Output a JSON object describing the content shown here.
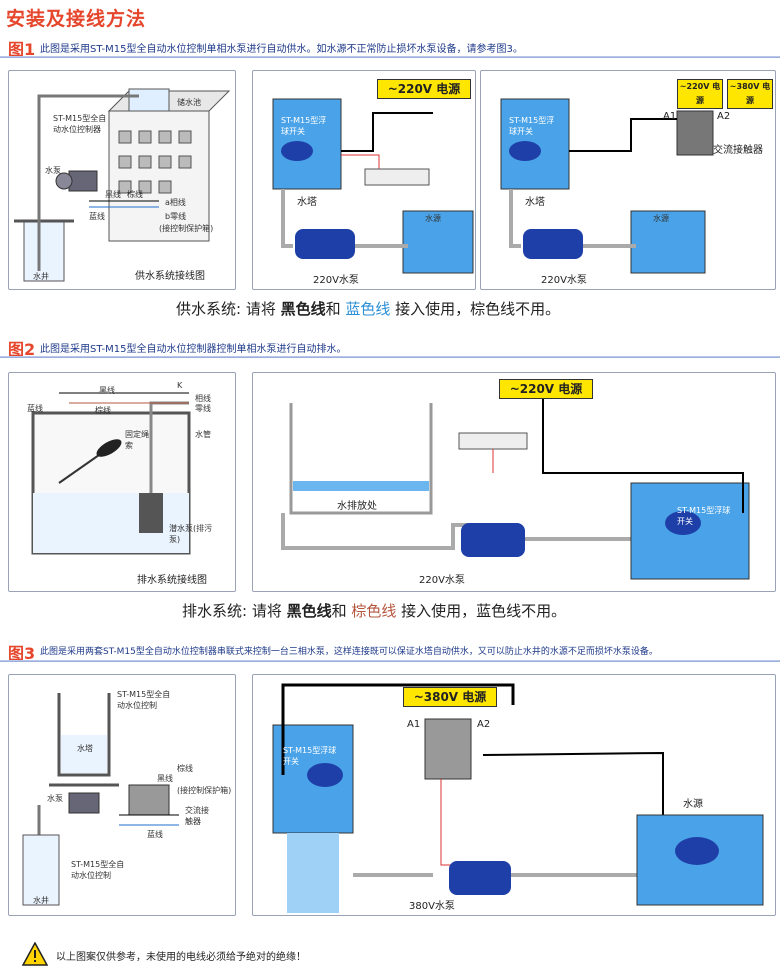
{
  "title": "安装及接线方法",
  "sections": [
    {
      "fig": "图1",
      "desc": "此图是采用ST-M15型全自动水位控制单相水泵进行自动供水。如水源不正常防止损坏水泵设备，请参考图3。",
      "summary": {
        "prefix": "供水系统: 请将 ",
        "c1": "黑色线",
        "mid": "和 ",
        "c2": "蓝色线",
        "suffix": " 接入使用，棕色线不用。"
      },
      "schematic": {
        "caption": "供水系统接线图",
        "labels": [
          "储水池",
          "ST-M15型全自动水位控制器",
          "水泵",
          "黑线",
          "蓝线",
          "棕线",
          "a相线",
          "b零线",
          "(接控制保护箱)",
          "水井"
        ]
      },
      "diagram_a": {
        "power": "~220V  电源",
        "float_label": "ST-M15型浮球开关",
        "tower": "水塔",
        "pump": "220V水泵",
        "source": "水源"
      },
      "diagram_b": {
        "power1": "~220V  电源",
        "power2": "~380V  电源",
        "float_label": "ST-M15型浮球开关",
        "tower": "水塔",
        "pump": "220V水泵",
        "source": "水源",
        "contactor": "交流接触器",
        "a1": "A1",
        "a2": "A2"
      }
    },
    {
      "fig": "图2",
      "desc": "此图是采用ST-M15型全自动水位控制器控制单相水泵进行自动排水。",
      "summary": {
        "prefix": "排水系统: 请将 ",
        "c1": "黑色线",
        "mid": "和 ",
        "c2": "棕色线",
        "suffix": " 接入使用，蓝色线不用。"
      },
      "schematic": {
        "caption": "排水系统接线图",
        "labels": [
          "黑线",
          "K",
          "相线",
          "零线",
          "棕线",
          "蓝线",
          "固定绳索",
          "水管",
          "潜水泵(排污泵)"
        ]
      },
      "diagram": {
        "power": "~220V  电源",
        "drain": "水排放处",
        "pump": "220V水泵",
        "float_label": "ST-M15型浮球开关"
      }
    },
    {
      "fig": "图3",
      "desc": "此图是采用两套ST-M15型全自动水位控制器串联式来控制一台三相水泵，这样连接既可以保证水塔自动供水，又可以防止水井的水源不足而损坏水泵设备。",
      "schematic": {
        "labels": [
          "ST-M15型全自动水位控制",
          "水塔",
          "棕线",
          "黑线",
          "(接控制保护箱)",
          "水泵",
          "交流接触器",
          "蓝线",
          "ST-M15型全自动水位控制",
          "水井"
        ]
      },
      "diagram": {
        "power": "~380V  电源",
        "a1": "A1",
        "a2": "A2",
        "float_label": "ST-M15型浮球开关",
        "source": "水源",
        "pump": "380V水泵"
      }
    }
  ],
  "warning": "以上图案仅供参考，未使用的电线必须给予绝对的绝缘！",
  "colors": {
    "accent": "#e5462c",
    "header_blue": "#1f3a8a",
    "power_yellow": "#ffe600",
    "pump_blue": "#1e3fa8",
    "water": "#4aa3e8"
  }
}
